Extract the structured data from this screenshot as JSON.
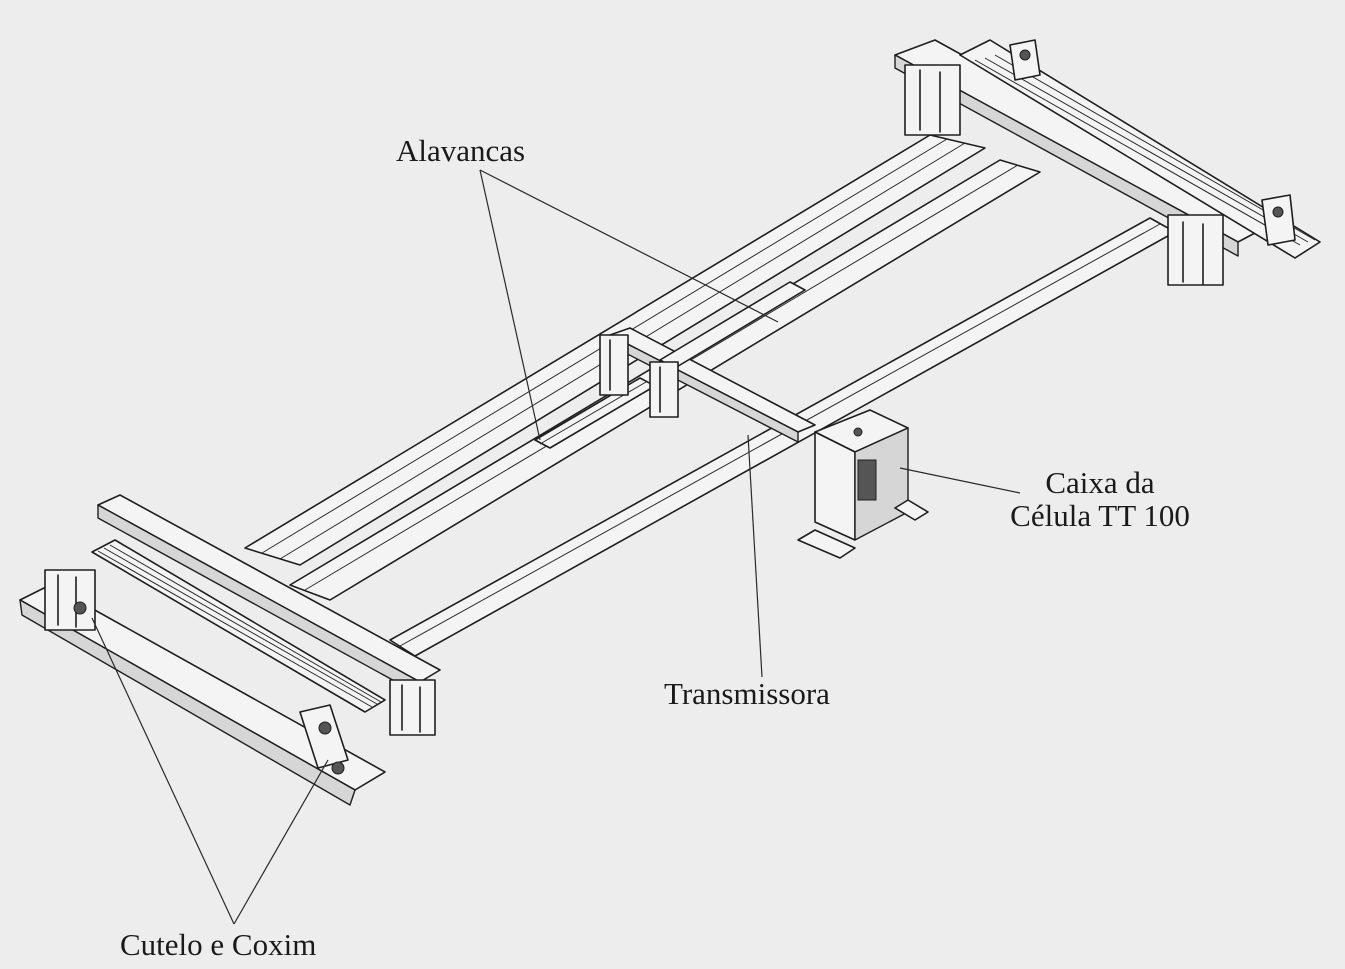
{
  "labels": {
    "alavancas": "Alavancas",
    "caixa_line1": "Caixa da",
    "caixa_line2": "Célula TT 100",
    "transmissora": "Transmissora",
    "cutelo": "Cutelo e Coxim"
  },
  "colors": {
    "background": "#ededed",
    "ink": "#1e1e1e"
  }
}
